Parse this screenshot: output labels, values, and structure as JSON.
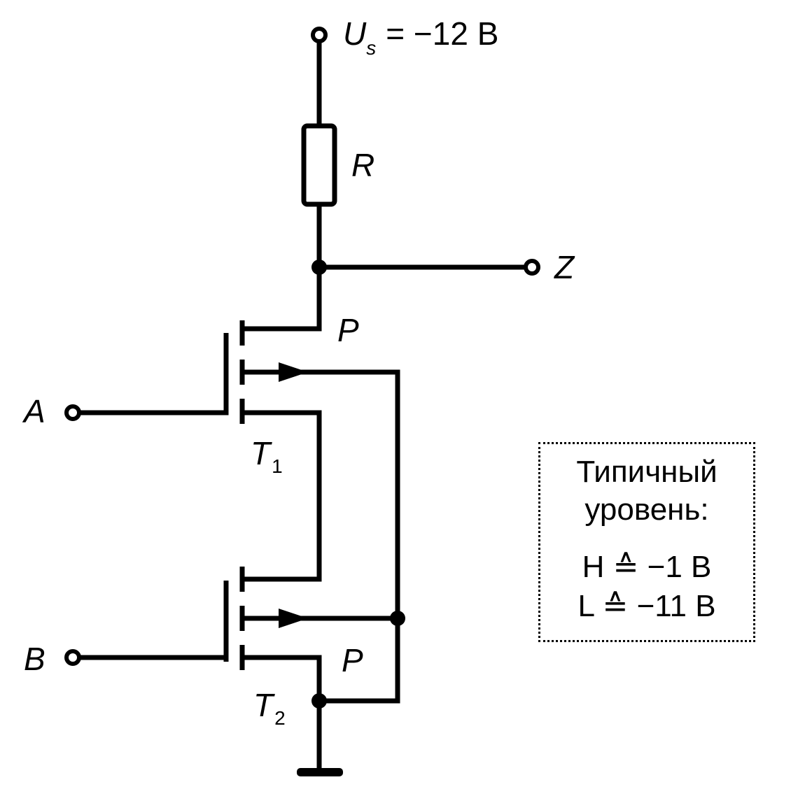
{
  "supply": {
    "symbol": "U",
    "subscript": "s",
    "value": "= −12 B"
  },
  "resistor": {
    "label": "R"
  },
  "output": {
    "label": "Z"
  },
  "inputs": {
    "a": "A",
    "b": "B"
  },
  "transistors": {
    "t1": {
      "symbol": "T",
      "subscript": "1",
      "type": "P"
    },
    "t2": {
      "symbol": "T",
      "subscript": "2",
      "type": "P"
    }
  },
  "legend": {
    "line1": "Типичный",
    "line2": "уровень:",
    "high": "H ≙ −1 B",
    "low": "L ≙ −11 B"
  }
}
